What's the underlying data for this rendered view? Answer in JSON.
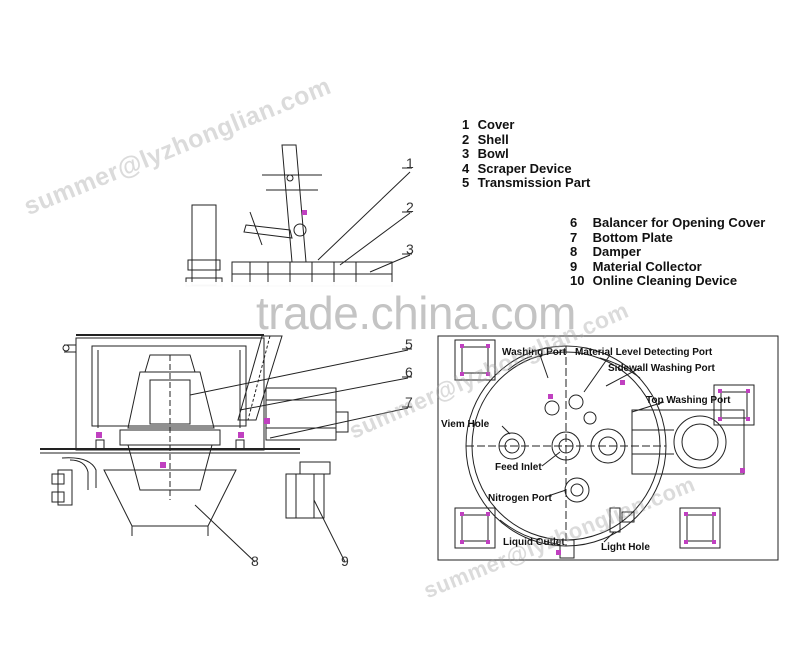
{
  "watermarks": {
    "primary": "summer@lyzhonglian.com",
    "secondary": "summer@lyzhonglian.com",
    "tertiary": "summer@lyzhonglian.com",
    "trade_site": "trade.china.com"
  },
  "legend_top": [
    {
      "num": "1",
      "label": "Cover"
    },
    {
      "num": "2",
      "label": "Shell"
    },
    {
      "num": "3",
      "label": "Bowl"
    },
    {
      "num": "4",
      "label": "Scraper Device"
    },
    {
      "num": "5",
      "label": "Transmission Part"
    }
  ],
  "legend_bottom": [
    {
      "num": "6",
      "label": "Balancer for Opening Cover"
    },
    {
      "num": "7",
      "label": "Bottom Plate"
    },
    {
      "num": "8",
      "label": "Damper"
    },
    {
      "num": "9",
      "label": "Material Collector"
    },
    {
      "num": "10",
      "label": "Online Cleaning Device"
    }
  ],
  "side_view_callouts": [
    "1",
    "2",
    "3",
    "5",
    "6",
    "7",
    "8",
    "9"
  ],
  "plan_view_labels": {
    "washing_port": "Washing Port",
    "material_level": "Material Level Detecting Port",
    "sidewall_washing": "Sidewall Washing Port",
    "top_washing": "Top Washing Port",
    "view_hole": "Viem Hole",
    "feed_inlet": "Feed Inlet",
    "nitrogen_port": "Nitrogen Port",
    "liquid_outlet": "Liquid Outlet",
    "light_hole": "Light Hole"
  },
  "colors": {
    "line": "#222222",
    "accent": "#c040c0",
    "watermark": "#a0a0a0"
  }
}
